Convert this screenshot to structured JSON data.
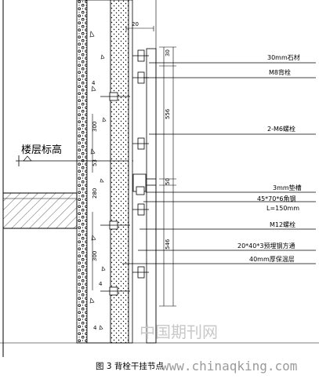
{
  "labels": {
    "stone": "30mm石材",
    "m8_bolt": "M8背栓",
    "m6_bolt": "2-M6螺栓",
    "channel": "3mm垫槽",
    "angle_steel": "45*70*6角钢",
    "angle_length": "L=150mm",
    "m12_bolt": "M12螺栓",
    "square_tube": "20*40*3预埋钢方通",
    "insulation": "40mm厚保温层",
    "floor_level": "楼层标高"
  },
  "dimensions": {
    "d20": "20",
    "d30a": "30",
    "d556": "556",
    "d50": "50",
    "d546": "546",
    "d300a": "300",
    "d53": "53",
    "d280": "280",
    "d300b": "300"
  },
  "caption": "图 3 背栓干挂节点",
  "watermark_cn": "中国期刊网",
  "watermark_url": "www.chinaqking.com"
}
